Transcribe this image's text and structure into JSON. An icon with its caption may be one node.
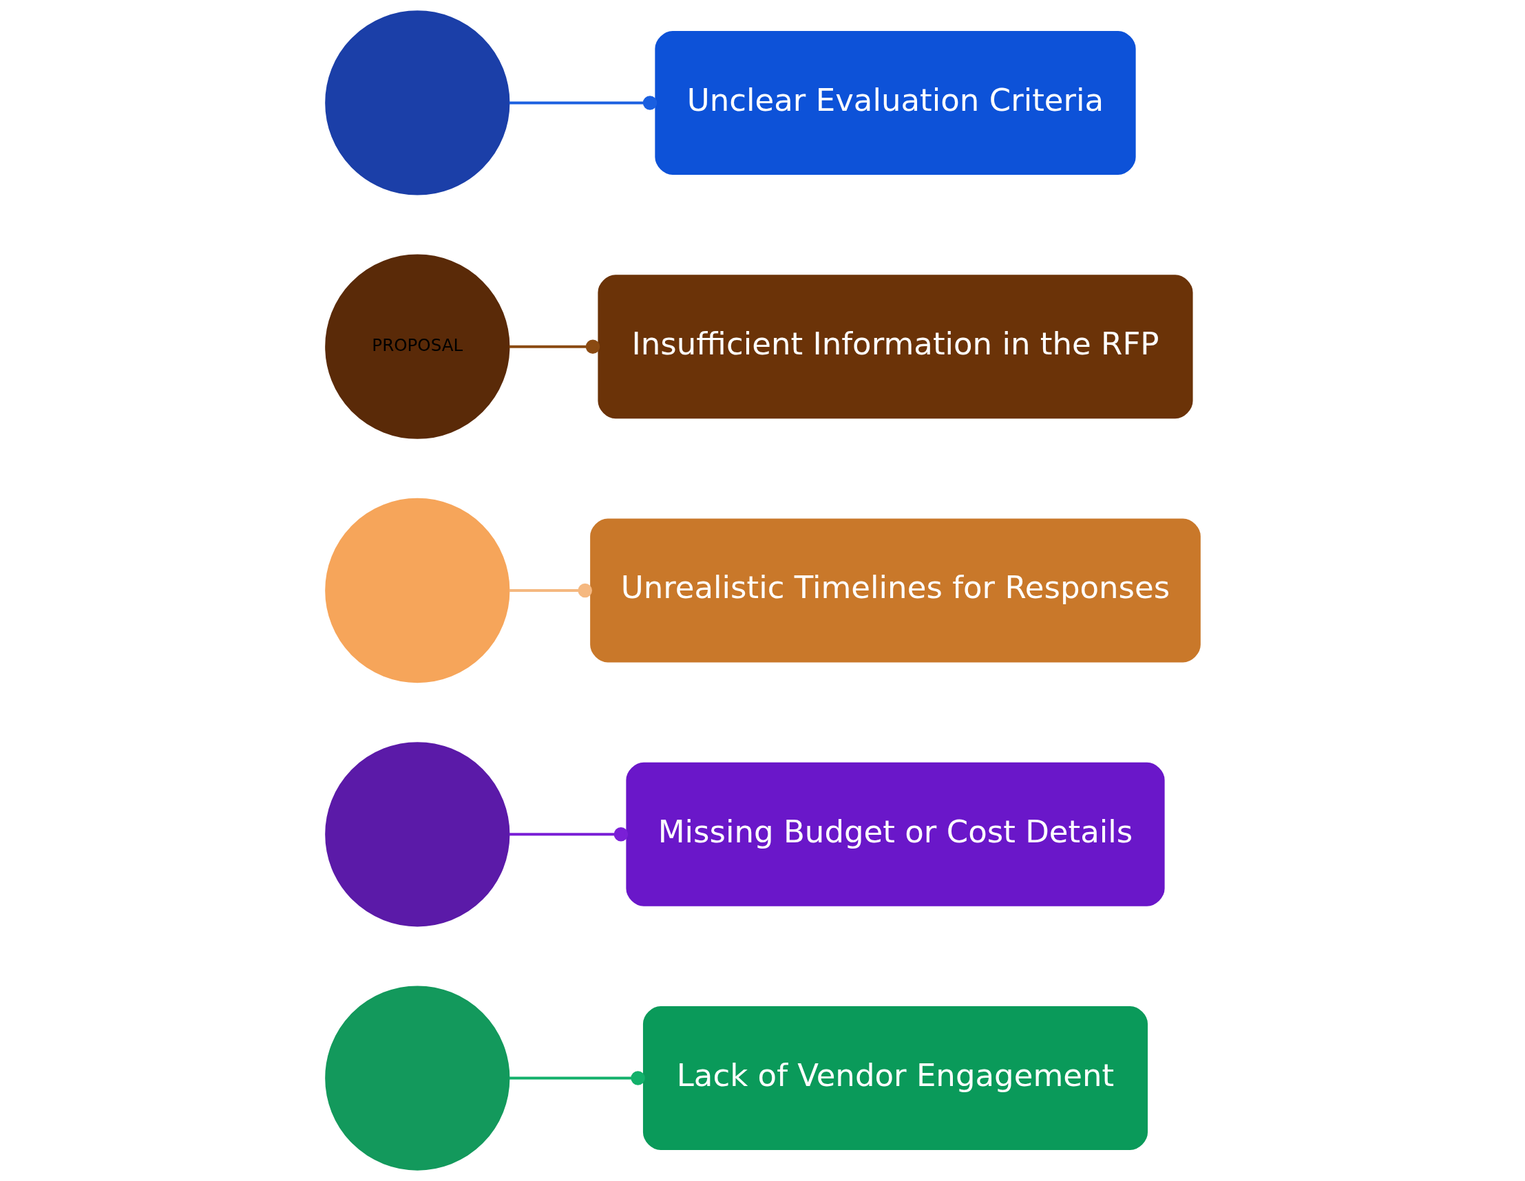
{
  "diagram": {
    "nodes": [
      {
        "text": [],
        "shape": "circle"
      },
      {
        "text": [
          "Unclear Evaluation Criteria"
        ]
      },
      {
        "text": [
          "PROPOSAL"
        ]
      },
      {
        "text": [
          "Insufficient Information in the RFP"
        ]
      },
      {
        "text": [],
        "shape": "circle"
      },
      {
        "text": [
          "Unrealistic Timelines for Responses"
        ]
      },
      {
        "text": [],
        "shape": "circle"
      },
      {
        "text": [
          "Missing Budget or Cost Details"
        ]
      },
      {
        "text": [],
        "shape": "circle"
      },
      {
        "text": [
          "Lack of Vendor Engagement"
        ]
      }
    ],
    "edges": [
      {
        "from": 0,
        "to": 1,
        "arrow": "other",
        "color": "#1a5fe0"
      },
      {
        "from": 2,
        "to": 3,
        "arrow": "other",
        "color": "#8a4a12"
      },
      {
        "from": 4,
        "to": 5,
        "arrow": "other",
        "color": "#f5b880"
      },
      {
        "from": 6,
        "to": 7,
        "arrow": "other",
        "color": "#7a1fd6"
      },
      {
        "from": 8,
        "to": 9,
        "arrow": "other",
        "color": "#12b06a"
      }
    ]
  }
}
